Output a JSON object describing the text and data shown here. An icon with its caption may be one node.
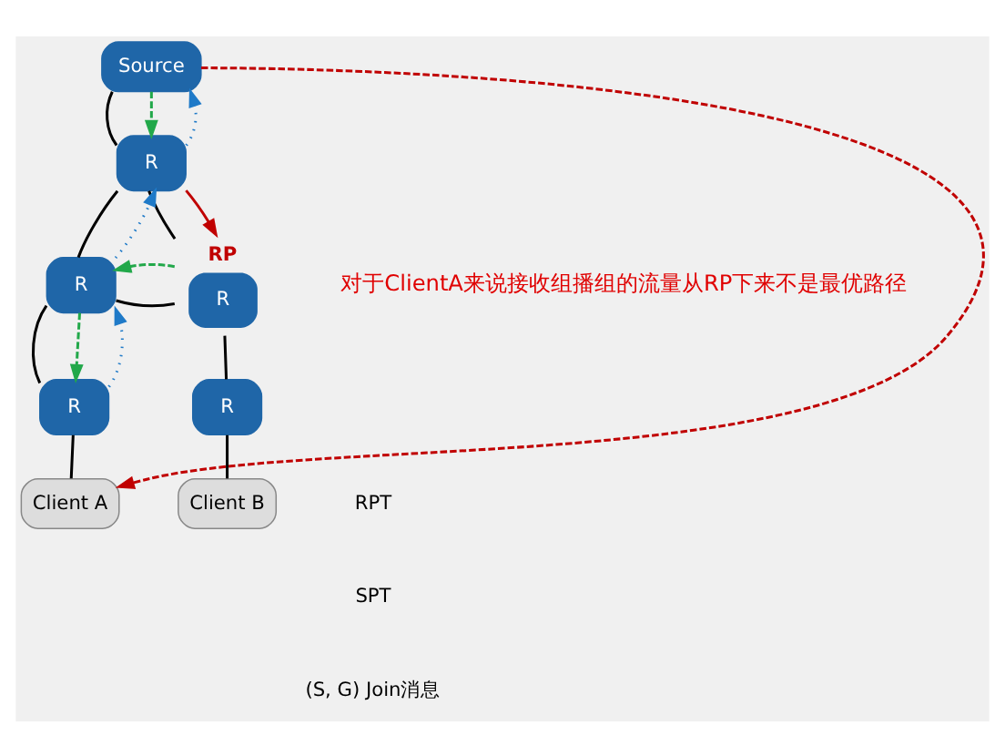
{
  "diagram": {
    "nodes": [
      {
        "text": [
          "Source"
        ]
      },
      {
        "text": [
          "R"
        ]
      },
      {
        "text": [
          "R"
        ]
      },
      {
        "text": [
          "R"
        ],
        "beside": [
          "RP"
        ]
      },
      {
        "text": [
          "R"
        ]
      },
      {
        "text": [
          "R"
        ]
      },
      {
        "text": [
          "Client A"
        ]
      },
      {
        "text": [
          "Client B"
        ]
      }
    ],
    "edges": [
      {
        "from": 0,
        "to": 1,
        "arrow": "none"
      },
      {
        "from": 1,
        "to": 2,
        "arrow": "none"
      },
      {
        "from": 1,
        "to": 3,
        "arrow": "none"
      },
      {
        "from": 2,
        "to": 3,
        "arrow": "none"
      },
      {
        "from": 2,
        "to": 4,
        "arrow": "none"
      },
      {
        "from": 3,
        "to": 5,
        "arrow": "none"
      },
      {
        "from": 4,
        "to": 6,
        "arrow": "none"
      },
      {
        "from": 5,
        "to": 7,
        "arrow": "none"
      },
      {
        "from": 0,
        "to": 6,
        "arrow": "to",
        "style": "dashed",
        "color": "#c00000"
      },
      {
        "from": 1,
        "to": 3,
        "arrow": "to",
        "color": "#c00000"
      },
      {
        "from": 0,
        "to": 1,
        "arrow": "to",
        "style": "dashed",
        "color": "#22a84a"
      },
      {
        "from": 3,
        "to": 2,
        "arrow": "to",
        "style": "dashed",
        "color": "#22a84a"
      },
      {
        "from": 2,
        "to": 4,
        "arrow": "to",
        "style": "dashed",
        "color": "#22a84a"
      },
      {
        "from": 4,
        "to": 2,
        "arrow": "to",
        "style": "dashed",
        "color": "#1f7ac8"
      },
      {
        "from": 2,
        "to": 1,
        "arrow": "to",
        "style": "dashed",
        "color": "#1f7ac8"
      },
      {
        "from": 1,
        "to": 0,
        "arrow": "to",
        "style": "dashed",
        "color": "#1f7ac8"
      }
    ],
    "labels": [
      "对于ClientA来说接收组播组的流量从RP下来不是最优路径"
    ],
    "legend": [
      {
        "text": "RPT"
      },
      {
        "text": "SPT"
      },
      {
        "text": "(S, G) Join消息"
      }
    ]
  }
}
